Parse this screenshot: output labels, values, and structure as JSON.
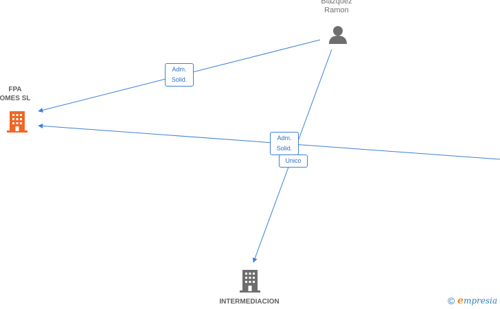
{
  "colors": {
    "edge": "#3c7fd6",
    "company_active": "#f26522",
    "company_inactive": "#6e6e6e",
    "person": "#6e6e6e"
  },
  "nodes": {
    "person": {
      "label": "Blazquez\nRamon",
      "icon": "person-icon"
    },
    "fpa": {
      "label": "FPA\nOMES  SL",
      "icon": "building-icon"
    },
    "intermediacion": {
      "label": "INTERMEDIACION",
      "icon": "building-icon"
    }
  },
  "edge_labels": {
    "adm_solid_1": "Adm.\nSolid.",
    "adm_solid_2": "Adm.\nSolid.",
    "unico": "Unico"
  },
  "footer": {
    "copyright": "©",
    "brand_initial": "e",
    "brand_rest": "mpresia"
  }
}
